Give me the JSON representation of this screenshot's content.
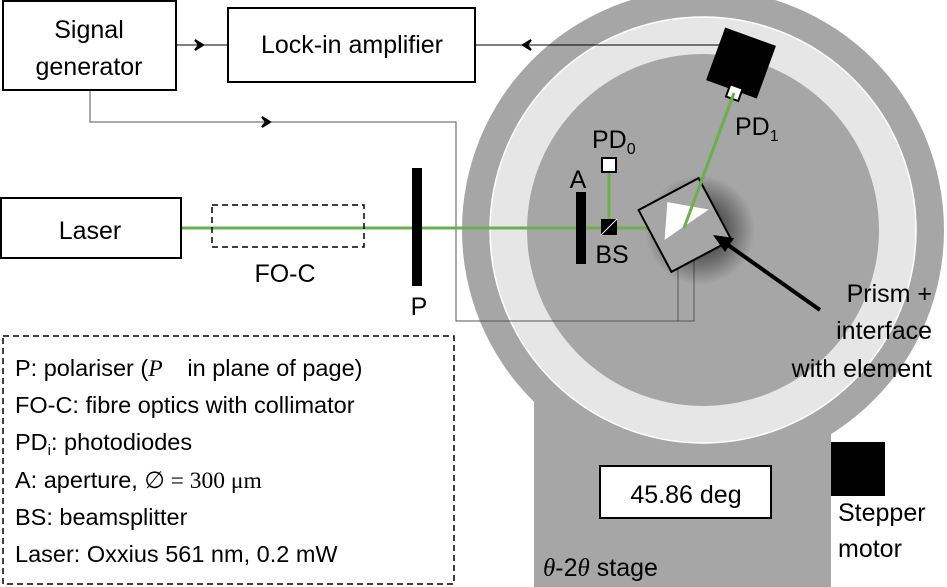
{
  "colors": {
    "beam": "#6ab04c",
    "outer_ring": "#a6a6a6",
    "light_ring": "#e6e6e6",
    "inner_disc": "#a6a6a6",
    "stage": "#a6a6a6"
  },
  "blocks": {
    "signal_generator": [
      "Signal",
      "generator"
    ],
    "lock_in": "Lock-in amplifier",
    "laser": "Laser",
    "fo_c": "FO-C",
    "polariser": "P",
    "aperture": "A",
    "beamsplitter": "BS",
    "pd0": {
      "base": "PD",
      "sub": "0"
    },
    "pd1": {
      "base": "PD",
      "sub": "1"
    },
    "prism": [
      "Prism +",
      "interface",
      "with element"
    ],
    "angle_display": "45.86 deg",
    "stepper": [
      "Stepper",
      "motor"
    ],
    "stage": {
      "theta": "θ",
      "mid": "-2",
      "theta2": "θ",
      "rest": " stage"
    }
  },
  "legend": {
    "l1": {
      "a": "P: polariser (",
      "vec": "P⃗",
      "b": " in plane of page)"
    },
    "l2": "FO-C: fibre optics with collimator",
    "l3": {
      "a": "PD",
      "sub": "i",
      "b": ": photodiodes"
    },
    "l4": {
      "a": "A: aperture, ",
      "math": "∅ = 300 μm"
    },
    "l5": "BS: beamsplitter",
    "l6": "Laser: Oxxius 561 nm, 0.2 mW"
  }
}
